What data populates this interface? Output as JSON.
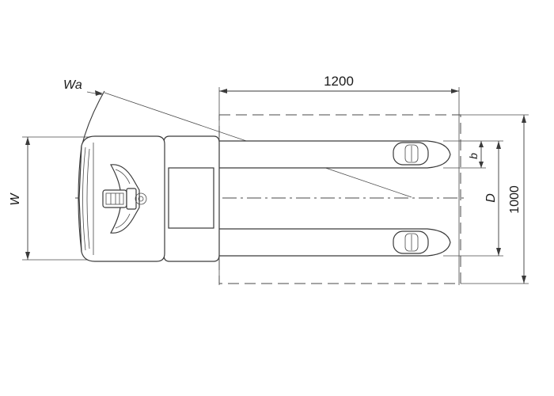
{
  "diagram": {
    "dimensions": {
      "length_label": "1200",
      "width_label": "1000",
      "wa_label": "Wa",
      "w_label": "W",
      "d_label": "D",
      "b_label": "b"
    },
    "colors": {
      "line": "#3a3a3a",
      "background": "#ffffff"
    }
  }
}
